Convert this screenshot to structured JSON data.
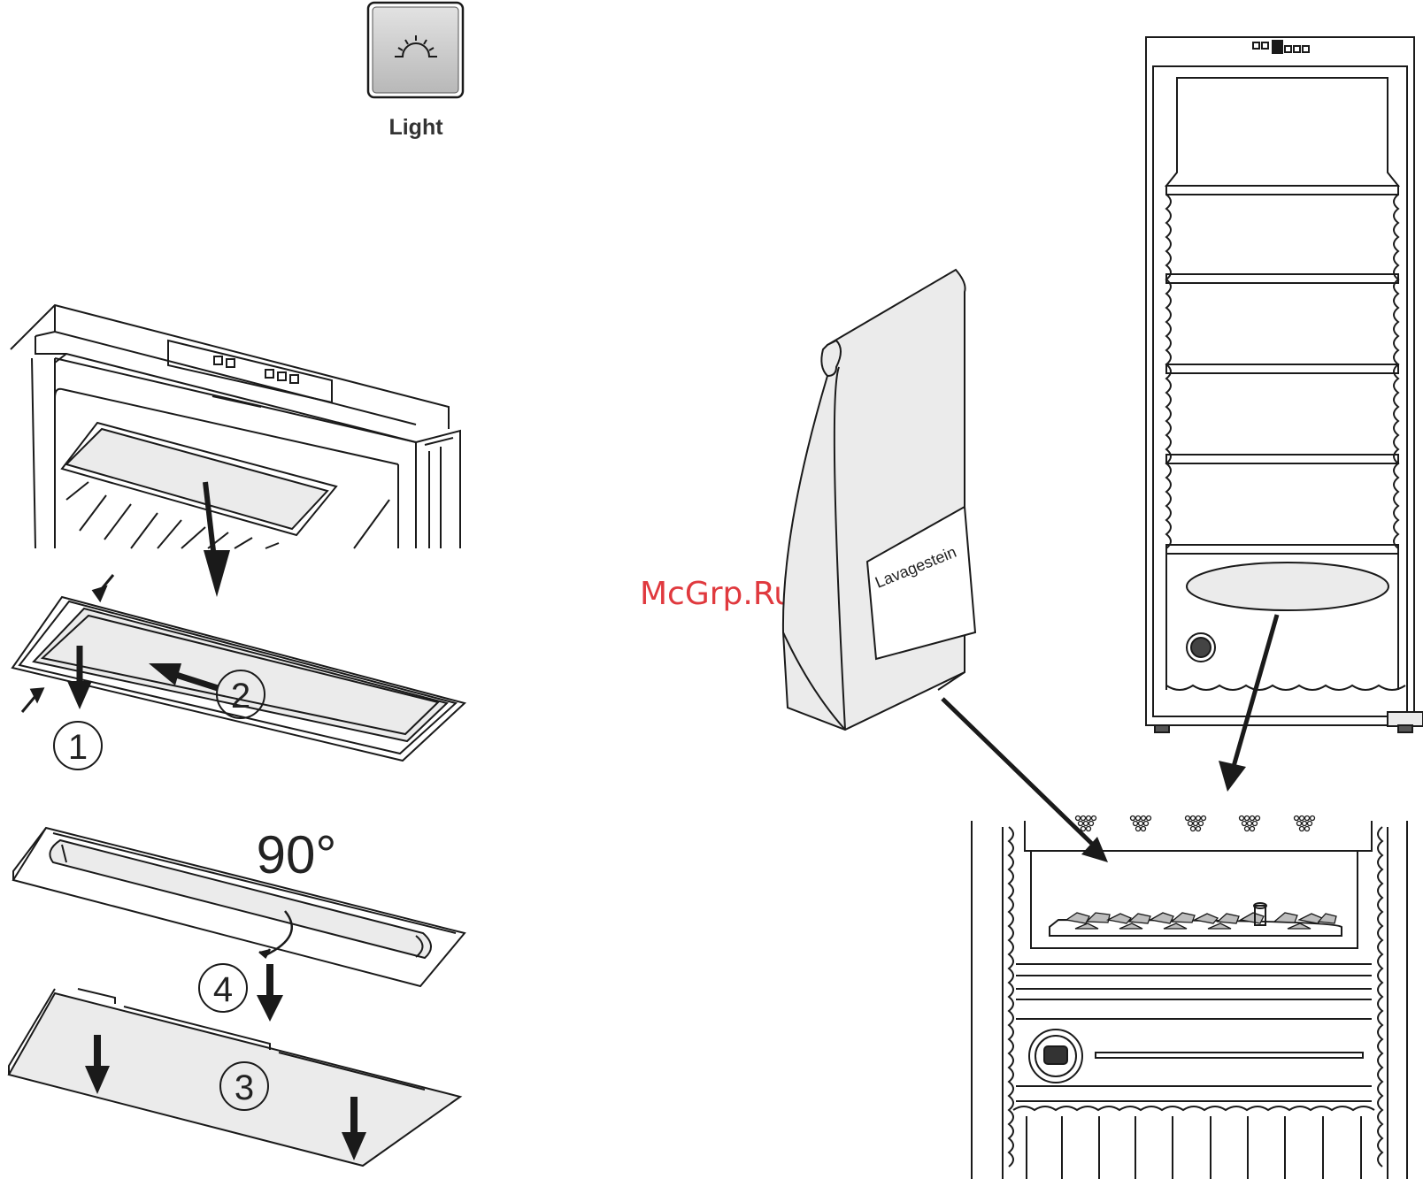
{
  "light_button": {
    "label": "Light",
    "icon": "light-icon"
  },
  "steps": {
    "step1": "①",
    "step2": "②",
    "step3": "③",
    "step4": "④"
  },
  "rotation": "90°",
  "bag_label": "Lavagestein",
  "watermark": "McGrp.Ru",
  "colors": {
    "line": "#1a1a1a",
    "fill": "#ebebeb",
    "watermark": "#e0393e"
  }
}
